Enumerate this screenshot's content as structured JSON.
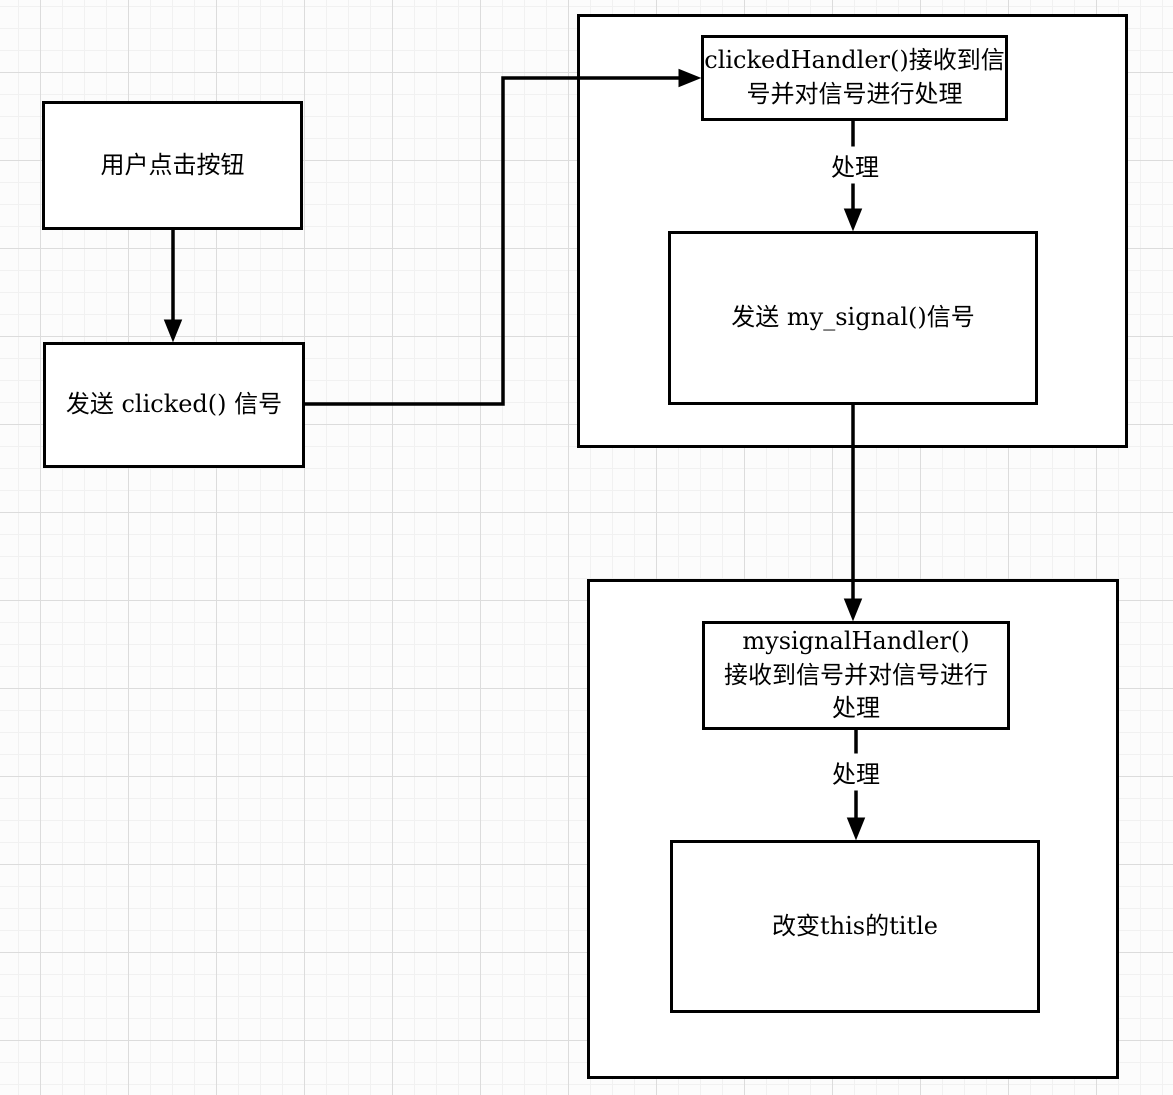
{
  "nodes": {
    "user_click": "用户点击按钮",
    "send_clicked": "发送 clicked() 信号",
    "clicked_handler": "clickedHandler()接收到信\n号并对信号进行处理",
    "send_my_signal": "发送 my_signal()信号",
    "mysignal_handler": "mysignalHandler()\n接收到信号并对信号进行\n处理",
    "change_title": "改变this的title"
  },
  "edges": {
    "process_label_1": "处理",
    "process_label_2": "处理"
  },
  "colors": {
    "stroke": "#000000",
    "node_fill": "#ffffff",
    "grid_minor": "#f1f1f1",
    "grid_major": "#dcdcdc",
    "background": "#fcfcfc"
  }
}
